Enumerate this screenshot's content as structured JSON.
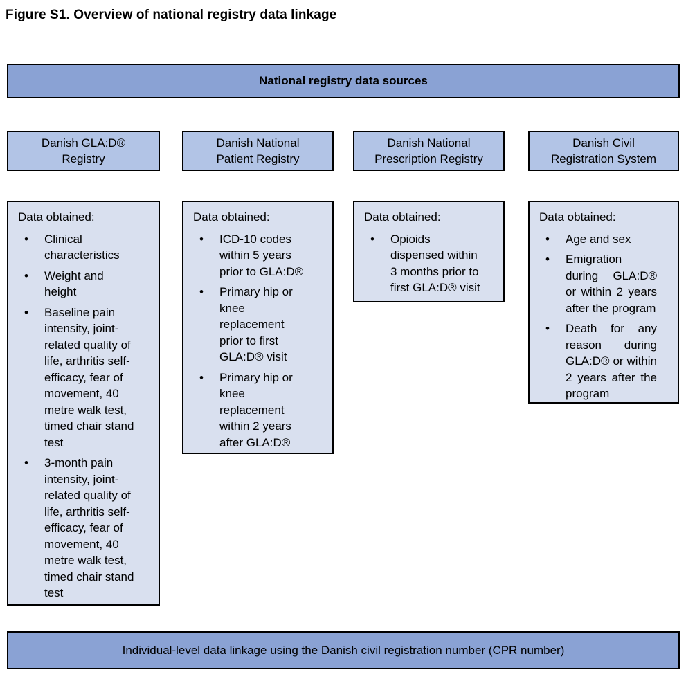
{
  "figure": {
    "title": "Figure S1. Overview of national registry data linkage"
  },
  "header_bar": {
    "label": "National registry data sources"
  },
  "footer_bar": {
    "label": "Individual-level data linkage using the Danish civil registration number (CPR number)"
  },
  "glyphs": {
    "bullet": "•"
  },
  "colors": {
    "band_fill": "#8AA2D4",
    "registry_fill": "#B2C4E6",
    "data_fill": "#D9E0EF",
    "border": "#000000",
    "text": "#000000",
    "background": "#FFFFFF"
  },
  "columns": [
    {
      "registry_label": "Danish GLA:D®\nRegistry",
      "data_box": {
        "heading": "Data obtained:",
        "bullets": [
          "Clinical characteristics",
          "Weight and height",
          "Baseline pain intensity, joint-related quality of life, arthritis self-efficacy, fear of movement, 40 metre walk test, timed chair stand test",
          "3-month pain intensity, joint-related quality of life, arthritis self-efficacy, fear of movement, 40 metre walk test, timed chair stand test"
        ]
      }
    },
    {
      "registry_label": "Danish National\nPatient Registry",
      "data_box": {
        "heading": "Data obtained:",
        "bullets": [
          "ICD-10 codes within 5 years prior to GLA:D®",
          "Primary hip or knee replacement prior to first GLA:D® visit",
          "Primary hip or knee replacement within 2 years after GLA:D®"
        ]
      }
    },
    {
      "registry_label": "Danish National\nPrescription Registry",
      "data_box": {
        "heading": "Data obtained:",
        "bullets": [
          "Opioids dispensed within 3 months prior to first GLA:D® visit"
        ]
      }
    },
    {
      "registry_label": "Danish Civil\nRegistration System",
      "data_box": {
        "heading": "Data obtained:",
        "bullets": [
          "Age and sex",
          "Emigration during GLA:D® or within 2 years after the program",
          "Death for any reason during GLA:D® or within 2 years after the program"
        ]
      }
    }
  ]
}
